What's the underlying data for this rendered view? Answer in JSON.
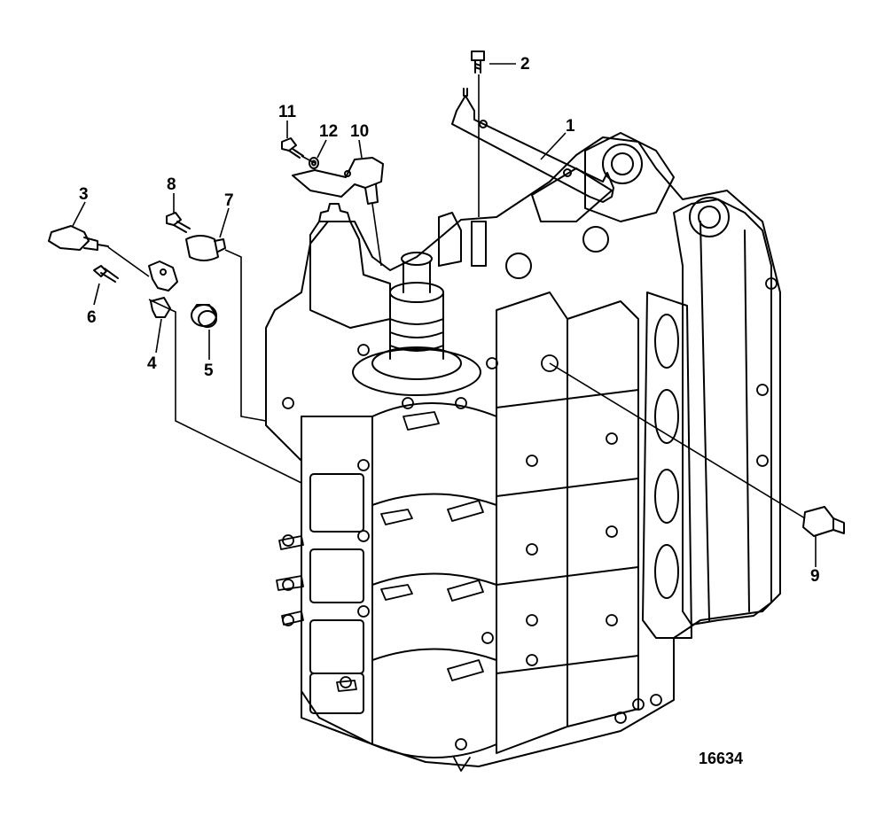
{
  "figure": {
    "number": "16634",
    "callouts": [
      {
        "id": "1",
        "label": "1"
      },
      {
        "id": "2",
        "label": "2"
      },
      {
        "id": "3",
        "label": "3"
      },
      {
        "id": "4",
        "label": "4"
      },
      {
        "id": "5",
        "label": "5"
      },
      {
        "id": "6",
        "label": "6"
      },
      {
        "id": "7",
        "label": "7"
      },
      {
        "id": "8",
        "label": "8"
      },
      {
        "id": "9",
        "label": "9"
      },
      {
        "id": "10",
        "label": "10"
      },
      {
        "id": "11",
        "label": "11"
      },
      {
        "id": "12",
        "label": "12"
      }
    ]
  },
  "colors": {
    "ink": "#000000",
    "paper": "#ffffff"
  }
}
